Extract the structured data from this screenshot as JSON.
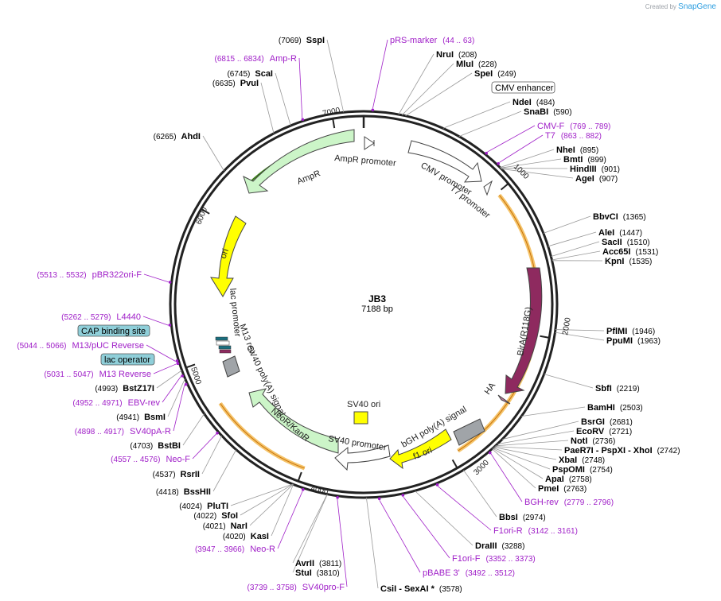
{
  "credit": {
    "prefix": "Created by",
    "brand": "SnapGene"
  },
  "plasmid": {
    "name": "JB3",
    "length_label": "7188 bp",
    "length": 7188
  },
  "ticks": [
    {
      "label": "1000",
      "bp": 1000
    },
    {
      "label": "2000",
      "bp": 2000
    },
    {
      "label": "3000",
      "bp": 3000
    },
    {
      "label": "4000",
      "bp": 4000
    },
    {
      "label": "5000",
      "bp": 5000
    },
    {
      "label": "6000",
      "bp": 6000
    },
    {
      "label": "7000",
      "bp": 7000
    }
  ],
  "enzymes": [
    {
      "name": "SspI",
      "pos": "(7069)",
      "bp": 7069
    },
    {
      "name": "NruI",
      "pos": "(208)",
      "bp": 208
    },
    {
      "name": "MluI",
      "pos": "(228)",
      "bp": 228
    },
    {
      "name": "SpeI",
      "pos": "(249)",
      "bp": 249
    },
    {
      "name": "NdeI",
      "pos": "(484)",
      "bp": 484
    },
    {
      "name": "SnaBI",
      "pos": "(590)",
      "bp": 590
    },
    {
      "name": "NheI",
      "pos": "(895)",
      "bp": 895
    },
    {
      "name": "BmtI",
      "pos": "(899)",
      "bp": 899
    },
    {
      "name": "HindIII",
      "pos": "(901)",
      "bp": 901
    },
    {
      "name": "AgeI",
      "pos": "(907)",
      "bp": 907
    },
    {
      "name": "BbvCI",
      "pos": "(1365)",
      "bp": 1365
    },
    {
      "name": "AleI",
      "pos": "(1447)",
      "bp": 1447
    },
    {
      "name": "SacII",
      "pos": "(1510)",
      "bp": 1510
    },
    {
      "name": "Acc65I",
      "pos": "(1531)",
      "bp": 1531
    },
    {
      "name": "KpnI",
      "pos": "(1535)",
      "bp": 1535
    },
    {
      "name": "PflMI",
      "pos": "(1946)",
      "bp": 1946
    },
    {
      "name": "PpuMI",
      "pos": "(1963)",
      "bp": 1963
    },
    {
      "name": "SbfI",
      "pos": "(2219)",
      "bp": 2219
    },
    {
      "name": "BamHI",
      "pos": "(2503)",
      "bp": 2503
    },
    {
      "name": "BsrGI",
      "pos": "(2681)",
      "bp": 2681
    },
    {
      "name": "EcoRV",
      "pos": "(2721)",
      "bp": 2721
    },
    {
      "name": "NotI",
      "pos": "(2736)",
      "bp": 2736
    },
    {
      "name": "PaeR7I - PspXI - XhoI",
      "pos": "(2742)",
      "bp": 2742
    },
    {
      "name": "XbaI",
      "pos": "(2748)",
      "bp": 2748
    },
    {
      "name": "PspOMI",
      "pos": "(2754)",
      "bp": 2754
    },
    {
      "name": "ApaI",
      "pos": "(2758)",
      "bp": 2758
    },
    {
      "name": "PmeI",
      "pos": "(2763)",
      "bp": 2763
    },
    {
      "name": "BbsI",
      "pos": "(2974)",
      "bp": 2974
    },
    {
      "name": "DraIII",
      "pos": "(3288)",
      "bp": 3288
    },
    {
      "name": "CsiI - SexAI *",
      "pos": "(3578)",
      "bp": 3578
    },
    {
      "name": "StuI",
      "pos": "(3810)",
      "bp": 3810
    },
    {
      "name": "AvrII",
      "pos": "(3811)",
      "bp": 3811
    },
    {
      "name": "KasI",
      "pos": "(4020)",
      "bp": 4020
    },
    {
      "name": "NarI",
      "pos": "(4021)",
      "bp": 4021
    },
    {
      "name": "SfoI",
      "pos": "(4022)",
      "bp": 4022
    },
    {
      "name": "PluTI",
      "pos": "(4024)",
      "bp": 4024
    },
    {
      "name": "BssHII",
      "pos": "(4418)",
      "bp": 4418
    },
    {
      "name": "RsrII",
      "pos": "(4537)",
      "bp": 4537
    },
    {
      "name": "BstBI",
      "pos": "(4703)",
      "bp": 4703
    },
    {
      "name": "BsmI",
      "pos": "(4941)",
      "bp": 4941
    },
    {
      "name": "BstZ17I",
      "pos": "(4993)",
      "bp": 4993
    },
    {
      "name": "AhdI",
      "pos": "(6265)",
      "bp": 6265
    },
    {
      "name": "PvuI",
      "pos": "(6635)",
      "bp": 6635
    },
    {
      "name": "ScaI",
      "pos": "(6745)",
      "bp": 6745
    }
  ],
  "primers": [
    {
      "name": "pRS-marker",
      "range": "(44 .. 63)",
      "bp": 53
    },
    {
      "name": "CMV-F",
      "range": "(769 .. 789)",
      "bp": 779
    },
    {
      "name": "T7",
      "range": "(863 .. 882)",
      "bp": 872
    },
    {
      "name": "BGH-rev",
      "range": "(2779 .. 2796)",
      "bp": 2787
    },
    {
      "name": "F1ori-R",
      "range": "(3142 .. 3161)",
      "bp": 3151
    },
    {
      "name": "F1ori-F",
      "range": "(3352 .. 3373)",
      "bp": 3362
    },
    {
      "name": "pBABE 3'",
      "range": "(3492 .. 3512)",
      "bp": 3502
    },
    {
      "name": "SV40pro-F",
      "range": "(3739 .. 3758)",
      "bp": 3748
    },
    {
      "name": "Neo-R",
      "range": "(3947 .. 3966)",
      "bp": 3956
    },
    {
      "name": "Neo-F",
      "range": "(4557 .. 4576)",
      "bp": 4566
    },
    {
      "name": "SV40pA-R",
      "range": "(4898 .. 4917)",
      "bp": 4907
    },
    {
      "name": "EBV-rev",
      "range": "(4952 .. 4971)",
      "bp": 4961
    },
    {
      "name": "M13 Reverse",
      "range": "(5031 .. 5047)",
      "bp": 5039
    },
    {
      "name": "M13/pUC Reverse",
      "range": "(5044 .. 5066)",
      "bp": 5055
    },
    {
      "name": "L4440",
      "range": "(5262 .. 5279)",
      "bp": 5270
    },
    {
      "name": "pBR322ori-F",
      "range": "(5513 .. 5532)",
      "bp": 5522
    },
    {
      "name": "Amp-R",
      "range": "(6815 .. 6834)",
      "bp": 6824
    }
  ],
  "boxed_labels": [
    {
      "name": "CMV enhancer",
      "style": "white"
    },
    {
      "name": "CAP binding site",
      "style": "teal"
    },
    {
      "name": "lac operator",
      "style": "teal"
    }
  ],
  "features": [
    {
      "name": "CMV promoter",
      "start": 250,
      "end": 600,
      "color": "#ffffff"
    },
    {
      "name": "T7 promoter",
      "start": 863,
      "end": 880,
      "color": "#ffffff"
    },
    {
      "name": "BirA(R118G)",
      "start": 1560,
      "end": 2490,
      "color": "#8e2a5f"
    },
    {
      "name": "HA",
      "start": 2440,
      "end": 2500,
      "color": "#c07ba0"
    },
    {
      "name": "bGH poly(A) signal",
      "start": 2780,
      "end": 3000,
      "color": "#a0a4a8"
    },
    {
      "name": "f1 ori",
      "start": 3050,
      "end": 3480,
      "color": "#ffff00"
    },
    {
      "name": "SV40 promoter",
      "start": 3500,
      "end": 3850,
      "color": "#ffffff"
    },
    {
      "name": "NeoR/KanR",
      "start": 3900,
      "end": 4690,
      "color": "#ccf5c8"
    },
    {
      "name": "SV40 ori",
      "start": 3700,
      "end": 3800,
      "color": "#ffff00"
    },
    {
      "name": "SV40 poly(A) signal",
      "start": 4870,
      "end": 5000,
      "color": "#a0a4a8"
    },
    {
      "name": "lac promoter",
      "start": 5180,
      "end": 5210,
      "color": "#ffffff"
    },
    {
      "name": "M13 rev",
      "start": 5030,
      "end": 5050,
      "color": "#ffffff"
    },
    {
      "name": "ori",
      "start": 5500,
      "end": 6100,
      "color": "#ffff00"
    },
    {
      "name": "AmpR",
      "start": 6270,
      "end": 6870,
      "color": "#ccf5c8"
    },
    {
      "name": "AmpR promoter",
      "start": 6870,
      "end": 6970,
      "color": "#ffffff"
    }
  ]
}
